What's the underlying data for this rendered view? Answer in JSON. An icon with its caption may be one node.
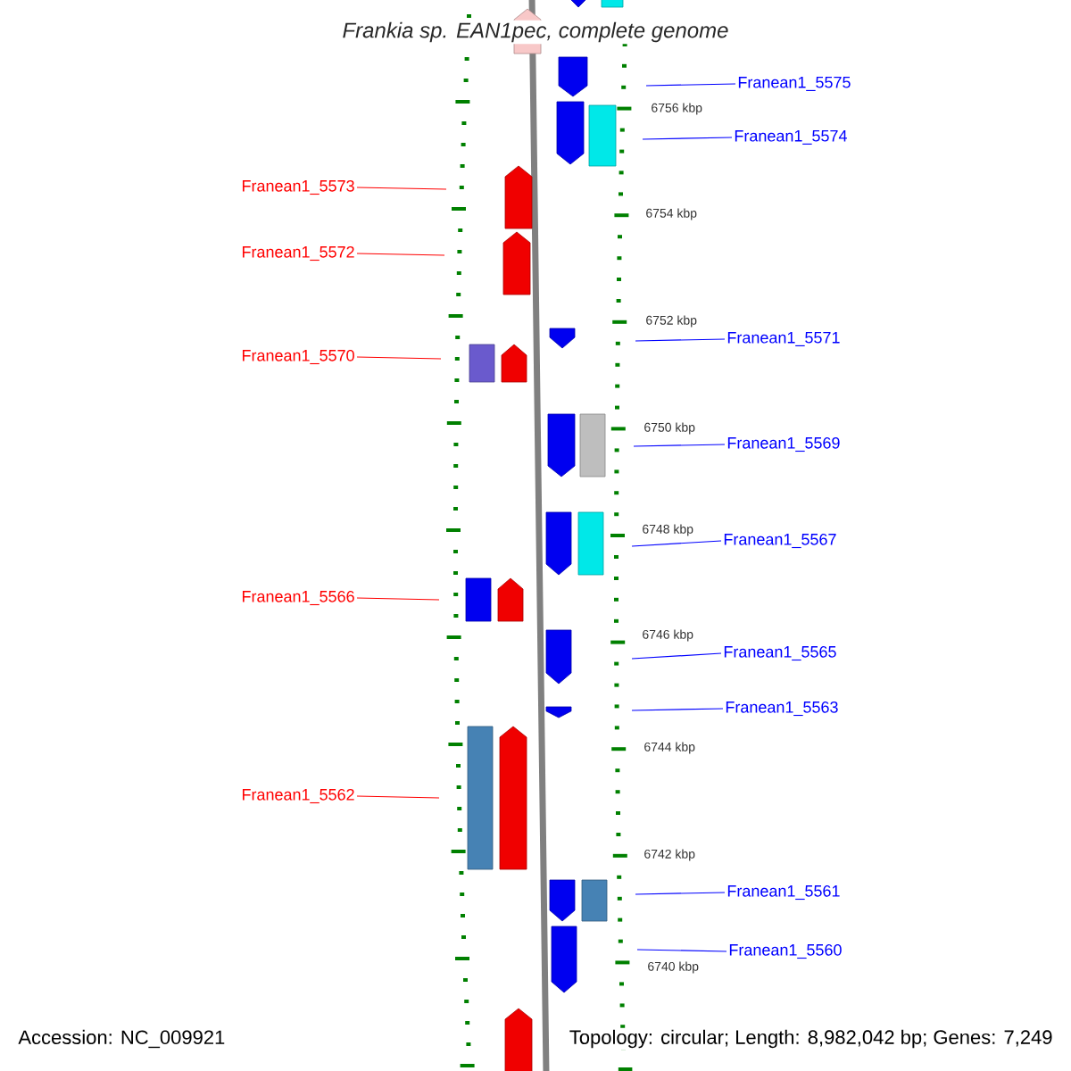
{
  "diagram": {
    "title": "Frankia sp. EAN1pec, complete genome",
    "nodes": [
      {
        "text": [
          "Franean1_5575"
        ]
      },
      {
        "text": [
          "Franean1_5574"
        ]
      },
      {
        "text": [
          "Franean1_5573"
        ]
      },
      {
        "text": [
          "Franean1_5572"
        ]
      },
      {
        "text": [
          "Franean1_5571"
        ]
      },
      {
        "text": [
          "Franean1_5570"
        ]
      },
      {
        "text": [
          "Franean1_5569"
        ]
      },
      {
        "text": [
          "Franean1_5567"
        ]
      },
      {
        "text": [
          "Franean1_5566"
        ]
      },
      {
        "text": [
          "Franean1_5565"
        ]
      },
      {
        "text": [
          "Franean1_5563"
        ]
      },
      {
        "text": [
          "Franean1_5562"
        ]
      },
      {
        "text": [
          "Franean1_5561"
        ]
      },
      {
        "text": [
          "Franean1_5560"
        ]
      }
    ],
    "edges": [
      {
        "from": 0,
        "to": null,
        "arrow": "none"
      },
      {
        "from": 1,
        "to": null,
        "arrow": "none"
      },
      {
        "from": 2,
        "to": null,
        "arrow": "none",
        "color": "#ff0000"
      },
      {
        "from": 3,
        "to": null,
        "arrow": "none",
        "color": "#ff0000"
      },
      {
        "from": 4,
        "to": null,
        "arrow": "none"
      },
      {
        "from": 5,
        "to": null,
        "arrow": "none",
        "color": "#ff0000"
      },
      {
        "from": 6,
        "to": null,
        "arrow": "none"
      },
      {
        "from": 7,
        "to": null,
        "arrow": "none"
      },
      {
        "from": 8,
        "to": null,
        "arrow": "none",
        "color": "#ff0000"
      },
      {
        "from": 9,
        "to": null,
        "arrow": "none"
      },
      {
        "from": 10,
        "to": null,
        "arrow": "none"
      },
      {
        "from": 11,
        "to": null,
        "arrow": "none",
        "color": "#ff0000"
      },
      {
        "from": 12,
        "to": null,
        "arrow": "none"
      },
      {
        "from": 13,
        "to": null,
        "arrow": "none"
      }
    ],
    "labels": [
      "6756 kbp",
      "6754 kbp",
      "6752 kbp",
      "6750 kbp",
      "6748 kbp",
      "6746 kbp",
      "6744 kbp",
      "6742 kbp",
      "6740 kbp",
      "Accession: NC_009921",
      "Topology: circular; Length: 8,982,042 bp; Genes: 7,249"
    ]
  }
}
